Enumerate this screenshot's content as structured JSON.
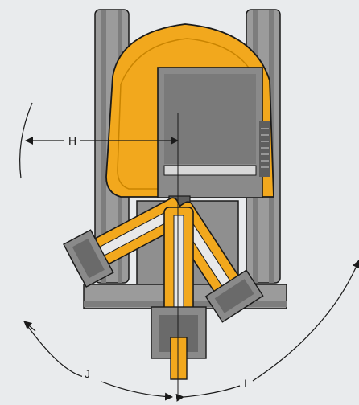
{
  "diagram": {
    "labels": {
      "h": "H",
      "i": "I",
      "j": "J"
    },
    "colors": {
      "background": "#e9ebed",
      "machine_yellow": "#f2a81d",
      "machine_yellow_dark": "#c98400",
      "body_grey": "#8a8a8a",
      "track_grey": "#9b9b9b",
      "dark_grey": "#5e5e5e",
      "outline": "#1a1a1a"
    },
    "icons": [
      "arrowhead-icon"
    ]
  }
}
